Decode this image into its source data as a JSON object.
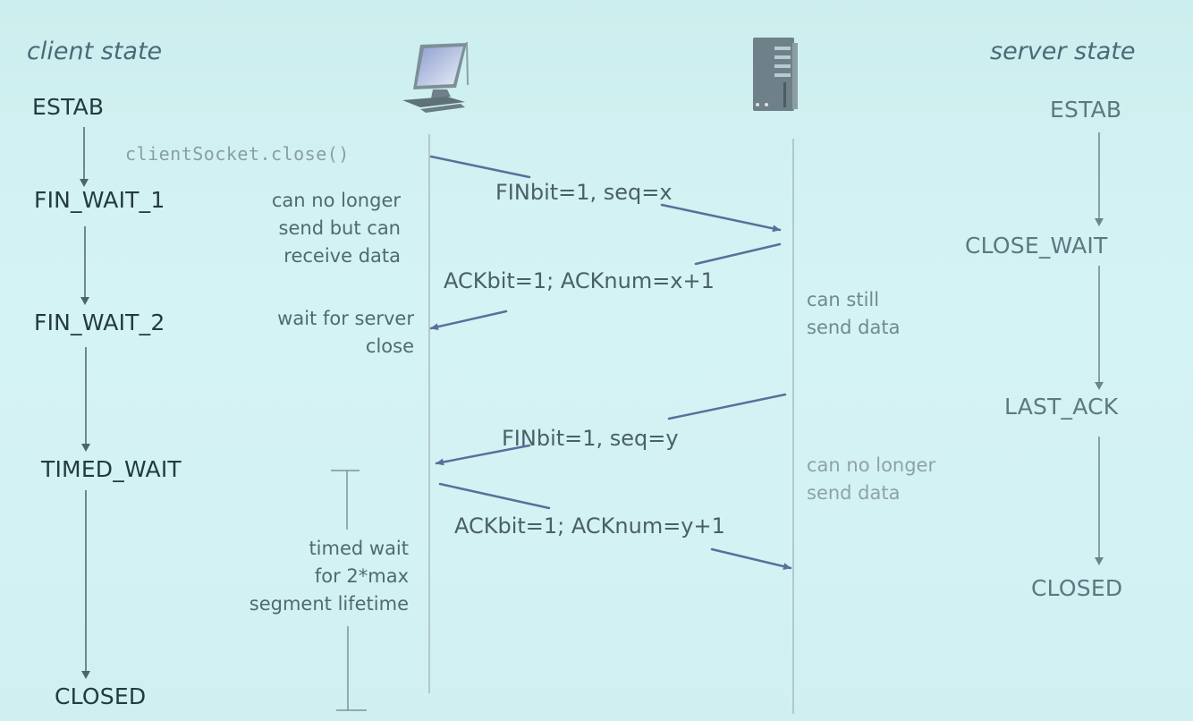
{
  "diagram": {
    "title": "TCP connection closing",
    "client": {
      "heading": "client state",
      "icon": "desktop-computer-icon",
      "states": [
        "ESTAB",
        "FIN_WAIT_1",
        "FIN_WAIT_2",
        "TIMED_WAIT",
        "CLOSED"
      ],
      "call": "clientSocket.close()",
      "notes": {
        "fin_wait_1": [
          "can no longer",
          "send but can",
          "receive data"
        ],
        "fin_wait_2": [
          "wait for server",
          "close"
        ],
        "timed_wait": [
          "timed wait",
          "for 2*max",
          "segment lifetime"
        ]
      }
    },
    "server": {
      "heading": "server state",
      "icon": "server-tower-icon",
      "states": [
        "ESTAB",
        "CLOSE_WAIT",
        "LAST_ACK",
        "CLOSED"
      ],
      "notes": {
        "close_wait": [
          "can still",
          "send data"
        ],
        "last_ack": [
          "can no longer",
          "send data"
        ]
      }
    },
    "messages": [
      {
        "label": "FINbit=1, seq=x",
        "direction": "client-to-server"
      },
      {
        "label": "ACKbit=1; ACKnum=x+1",
        "direction": "server-to-client"
      },
      {
        "label": "FINbit=1, seq=y",
        "direction": "server-to-client"
      },
      {
        "label": "ACKbit=1; ACKnum=y+1",
        "direction": "client-to-server"
      }
    ],
    "colors": {
      "arrow": "#5a6f9a",
      "timeline": "#9fb4b8",
      "state_arrow": "#4d6468"
    }
  }
}
